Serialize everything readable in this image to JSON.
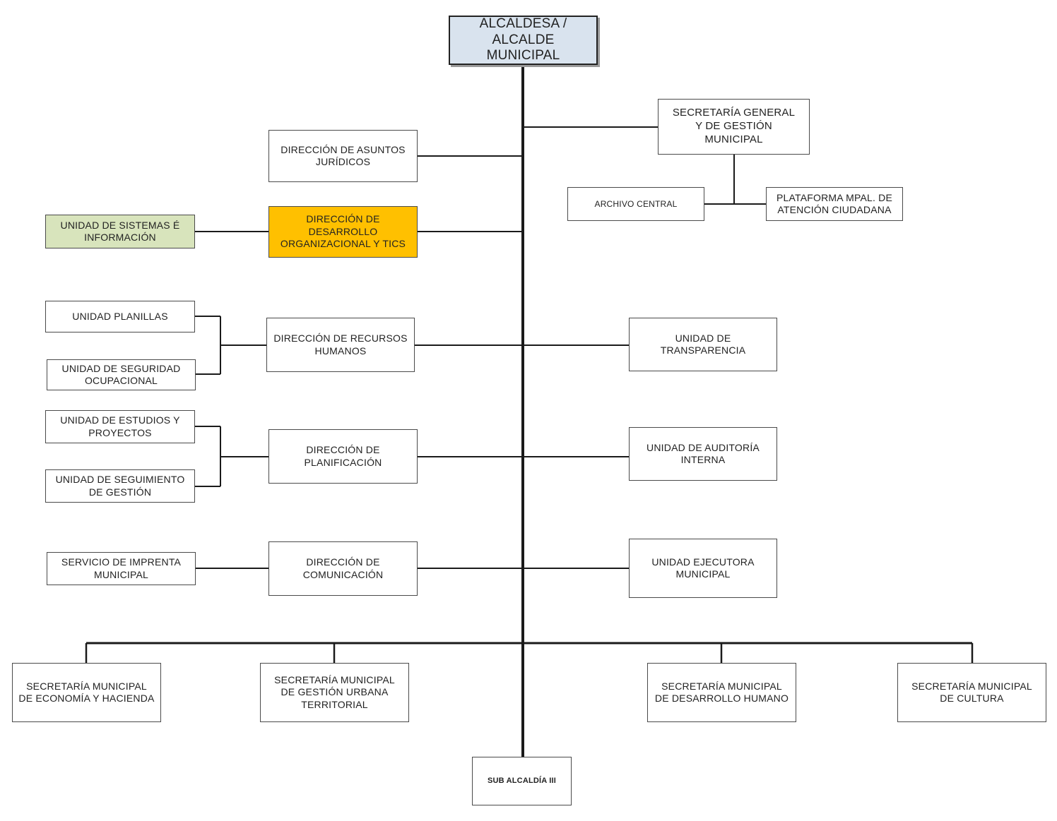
{
  "colors": {
    "root_fill": "#d9e3ee",
    "highlight_fill": "#ffc000",
    "green_fill": "#d8e4bc",
    "line": "#1a1a1a"
  },
  "nodes": {
    "root": "ALCALDESA /\nALCALDE\nMUNICIPAL",
    "secretaria_general": "SECRETARÍA GENERAL\nY DE GESTIÓN\nMUNICIPAL",
    "archivo_central": "ARCHIVO CENTRAL",
    "plataforma": "PLATAFORMA MPAL. DE\nATENCIÓN CIUDADANA",
    "asuntos_juridicos": "DIRECCIÓN DE ASUNTOS\nJURÍDICOS",
    "desarrollo_org": "DIRECCIÓN DE\nDESARROLLO\nORGANIZACIONAL Y TICs",
    "sistemas": "UNIDAD DE SISTEMAS é\nINFORMACIÓN",
    "planillas": "UNIDAD PLANILLAS",
    "seguridad_ocup": "UNIDAD DE SEGURIDAD\nOCUPACIONAL",
    "recursos_humanos": "DIRECCIÓN DE RECURSOS\nHUMANOS",
    "transparencia": "UNIDAD DE\nTRANSPARENCIA",
    "estudios": "UNIDAD DE ESTUDIOS Y\nPROYECTOS",
    "seguimiento": "UNIDAD DE  SEGUIMIENTO\nDE GESTIÓN",
    "planificacion": "DIRECCIÓN DE\nPLANIFICACIÓN",
    "auditoria": "UNIDAD DE AUDITORÍA\nINTERNA",
    "imprenta": "SERVICIO DE IMPRENTA\nMUNICIPAL",
    "comunicacion": "DIRECCIÓN DE\nCOMUNICACIÓN",
    "ejecutora": "UNIDAD EJECUTORA\nMUNICIPAL",
    "economia": "SECRETARÍA MUNICIPAL\nDE ECONOMÍA Y HACIENDA",
    "gestion_urbana": "SECRETARÍA MUNICIPAL\nDE GESTIÓN URBANA\nTERRITORIAL",
    "desarrollo_humano": "SECRETARÍA MUNICIPAL\nDE  DESARROLLO HUMANO",
    "cultura": "SECRETARÍA MUNICIPAL\nDE CULTURA",
    "sub_alcaldia": "SUB ALCALDÍA III"
  }
}
